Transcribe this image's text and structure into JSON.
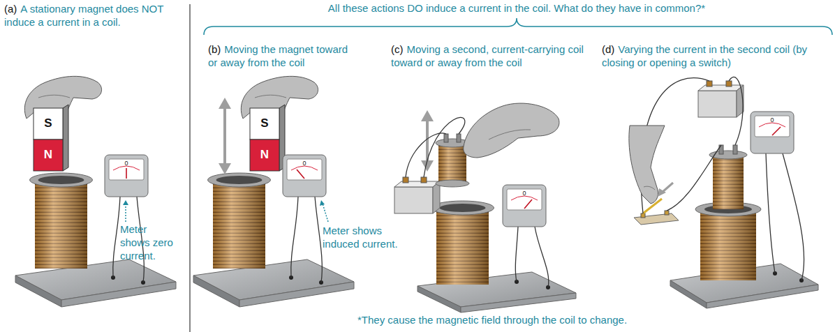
{
  "diagram": {
    "labels": [
      "(a)",
      "A stationary magnet does NOT induce a current in a coil.",
      "All these actions DO induce a current in the coil. What do they have in common?*",
      "(b)",
      "Moving the magnet toward or away from the coil",
      "(c)",
      "Moving a second, current-carrying coil toward or away from the coil",
      "(d)",
      "Varying the current in the second coil (by closing or opening a switch)",
      "S",
      "N",
      "0",
      "Meter shows zero current.",
      "S",
      "N",
      "0",
      "Meter shows induced current.",
      "0",
      "0",
      "*They cause the magnetic field through the coil to change."
    ]
  }
}
